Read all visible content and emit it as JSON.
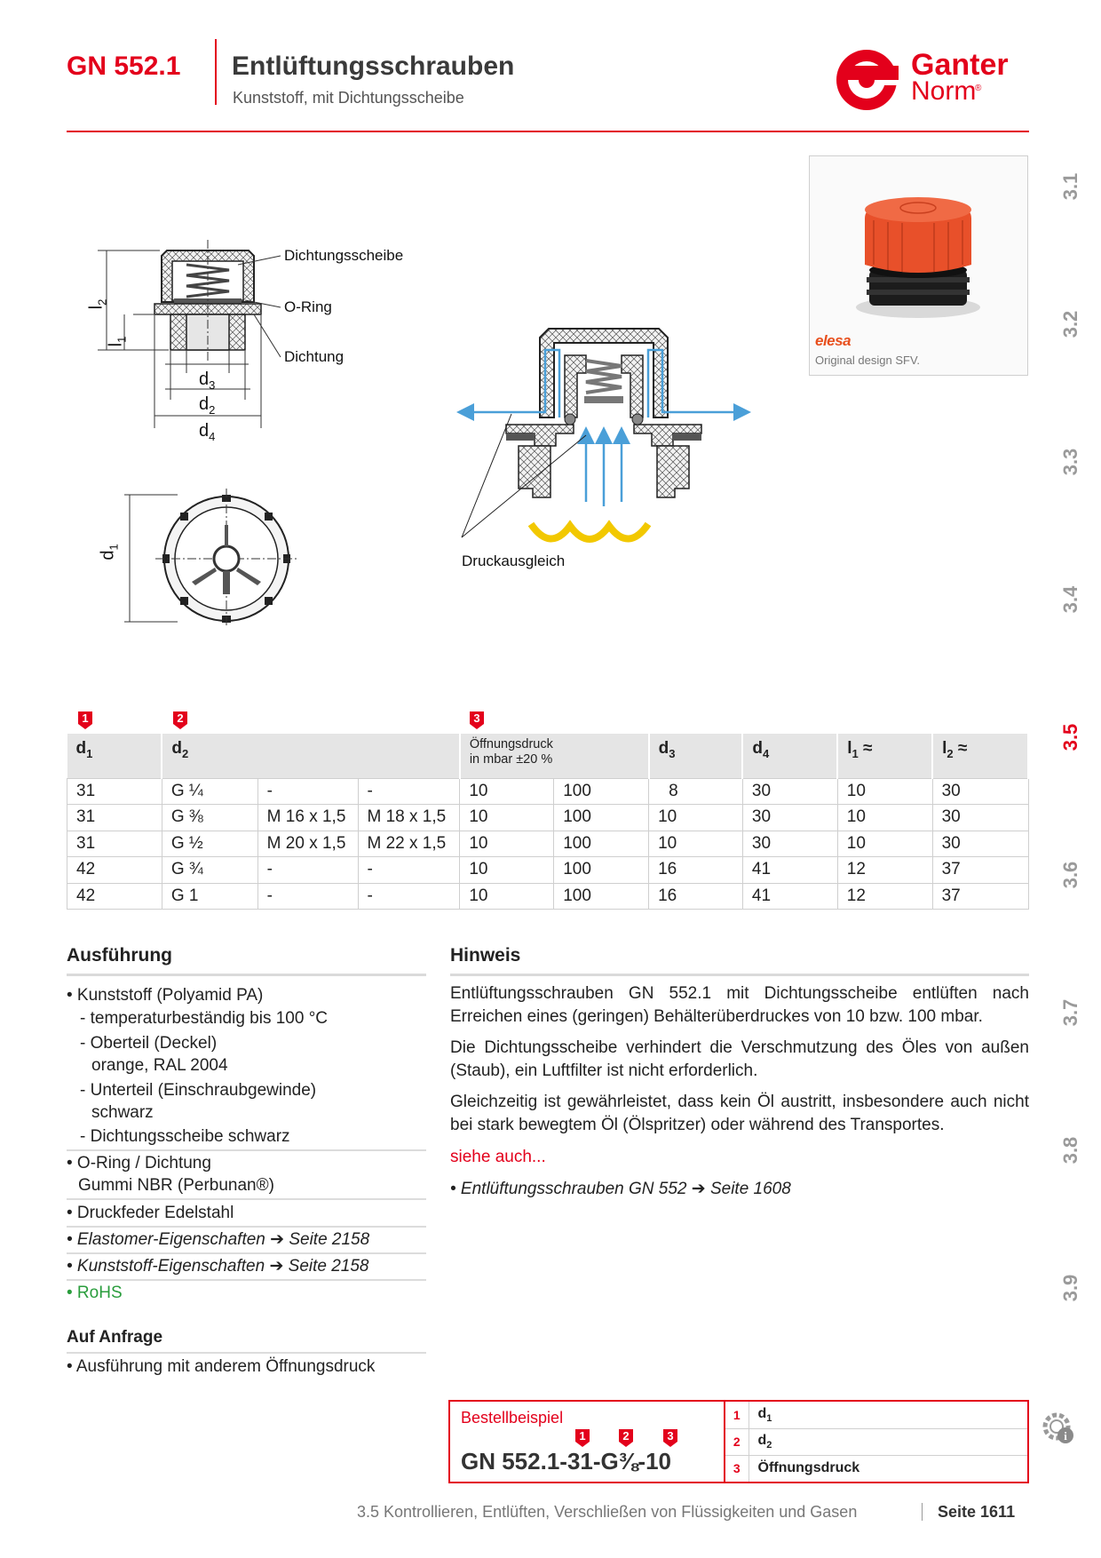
{
  "header": {
    "code": "GN 552.1",
    "title": "Entlüftungsschrauben",
    "subtitle": "Kunststoff, mit Dichtungsscheibe",
    "brand_top": "Ganter",
    "brand_bottom": "Norm",
    "brand_color": "#e3001b"
  },
  "sections": [
    {
      "label": "3.1",
      "active": false
    },
    {
      "label": "3.2",
      "active": false
    },
    {
      "label": "3.3",
      "active": false
    },
    {
      "label": "3.4",
      "active": false
    },
    {
      "label": "3.5",
      "active": true
    },
    {
      "label": "3.6",
      "active": false
    },
    {
      "label": "3.7",
      "active": false
    },
    {
      "label": "3.8",
      "active": false
    },
    {
      "label": "3.9",
      "active": false
    }
  ],
  "photo": {
    "brand": "elesa",
    "caption": "Original design SFV.",
    "cap_color": "#e8502a"
  },
  "drawing": {
    "labels": {
      "seal_washer": "Dichtungsscheibe",
      "o_ring": "O-Ring",
      "seal": "Dichtung",
      "pressure_equalization": "Druckausgleich"
    },
    "dims": {
      "l2": "l",
      "l2_sub": "2",
      "l1": "l",
      "l1_sub": "1",
      "d3": "d",
      "d3_sub": "3",
      "d2": "d",
      "d2_sub": "2",
      "d4": "d",
      "d4_sub": "4",
      "d1": "d",
      "d1_sub": "1"
    }
  },
  "table": {
    "markers": [
      "1",
      "2",
      "3"
    ],
    "headers": {
      "d1": "d",
      "d1_sub": "1",
      "d2": "d",
      "d2_sub": "2",
      "pressure_line1": "Öffnungsdruck",
      "pressure_line2": "in mbar ±20 %",
      "d3": "d",
      "d3_sub": "3",
      "d4": "d",
      "d4_sub": "4",
      "l1": "l",
      "l1_sub": "1",
      "l1_suffix": " ≈",
      "l2": "l",
      "l2_sub": "2",
      "l2_suffix": " ≈"
    },
    "rows": [
      [
        "31",
        "G ¼",
        "-",
        "-",
        "10",
        "100",
        "8",
        "30",
        "10",
        "30"
      ],
      [
        "31",
        "G ⅜",
        "M 16 x 1,5",
        "M 18 x 1,5",
        "10",
        "100",
        "10",
        "30",
        "10",
        "30"
      ],
      [
        "31",
        "G ½",
        "M 20 x 1,5",
        "M 22 x 1,5",
        "10",
        "100",
        "10",
        "30",
        "10",
        "30"
      ],
      [
        "42",
        "G ¾",
        "-",
        "-",
        "10",
        "100",
        "16",
        "41",
        "12",
        "37"
      ],
      [
        "42",
        "G 1",
        "-",
        "-",
        "10",
        "100",
        "16",
        "41",
        "12",
        "37"
      ]
    ]
  },
  "ausfuehrung": {
    "title": "Ausführung",
    "items": {
      "i1": "• Kunststoff (Polyamid PA)",
      "i1a": "- temperaturbeständig bis 100 °C",
      "i1b1": "- Oberteil (Deckel)",
      "i1b2": "orange, RAL 2004",
      "i1c1": "- Unterteil (Einschraubgewinde)",
      "i1c2": "schwarz",
      "i1d": "- Dichtungsscheibe schwarz",
      "i2a": "• O-Ring / Dichtung",
      "i2b": "Gummi NBR (Perbunan®)",
      "i3": "• Druckfeder Edelstahl",
      "i4": "• Elastomer-Eigenschaften ➔ Seite 2158",
      "i5": "• Kunststoff-Eigenschaften ➔ Seite 2158",
      "i6": "• RoHS"
    }
  },
  "auf_anfrage": {
    "title": "Auf Anfrage",
    "item": "• Ausführung mit anderem Öffnungsdruck"
  },
  "hinweis": {
    "title": "Hinweis",
    "p1": "Entlüftungsschrauben GN 552.1 mit Dichtungsscheibe entlüften nach Erreichen eines (geringen) Behälterüberdruckes von 10 bzw. 100 mbar.",
    "p2": "Die Dichtungsscheibe verhindert die Verschmutzung des Öles von außen (Staub), ein Luftfilter ist nicht erforderlich.",
    "p3": "Gleichzeitig ist gewährleistet, dass kein Öl austritt, insbesondere auch nicht bei stark bewegtem Öl (Ölspritzer) oder während des Transportes.",
    "see_also": "siehe auch...",
    "link": "• Entlüftungsschrauben GN 552 ➔ Seite 1608"
  },
  "order_example": {
    "title": "Bestellbeispiel",
    "code": "GN 552.1-31-G⅜-10",
    "markers": [
      "1",
      "2",
      "3"
    ],
    "legend": [
      {
        "n": "1",
        "label": "d",
        "sub": "1"
      },
      {
        "n": "2",
        "label": "d",
        "sub": "2"
      },
      {
        "n": "3",
        "label": "Öffnungsdruck",
        "sub": ""
      }
    ]
  },
  "footer": {
    "chapter": "3.5 Kontrollieren, Entlüften, Verschließen von Flüssigkeiten und Gasen",
    "page": "Seite 1611"
  }
}
